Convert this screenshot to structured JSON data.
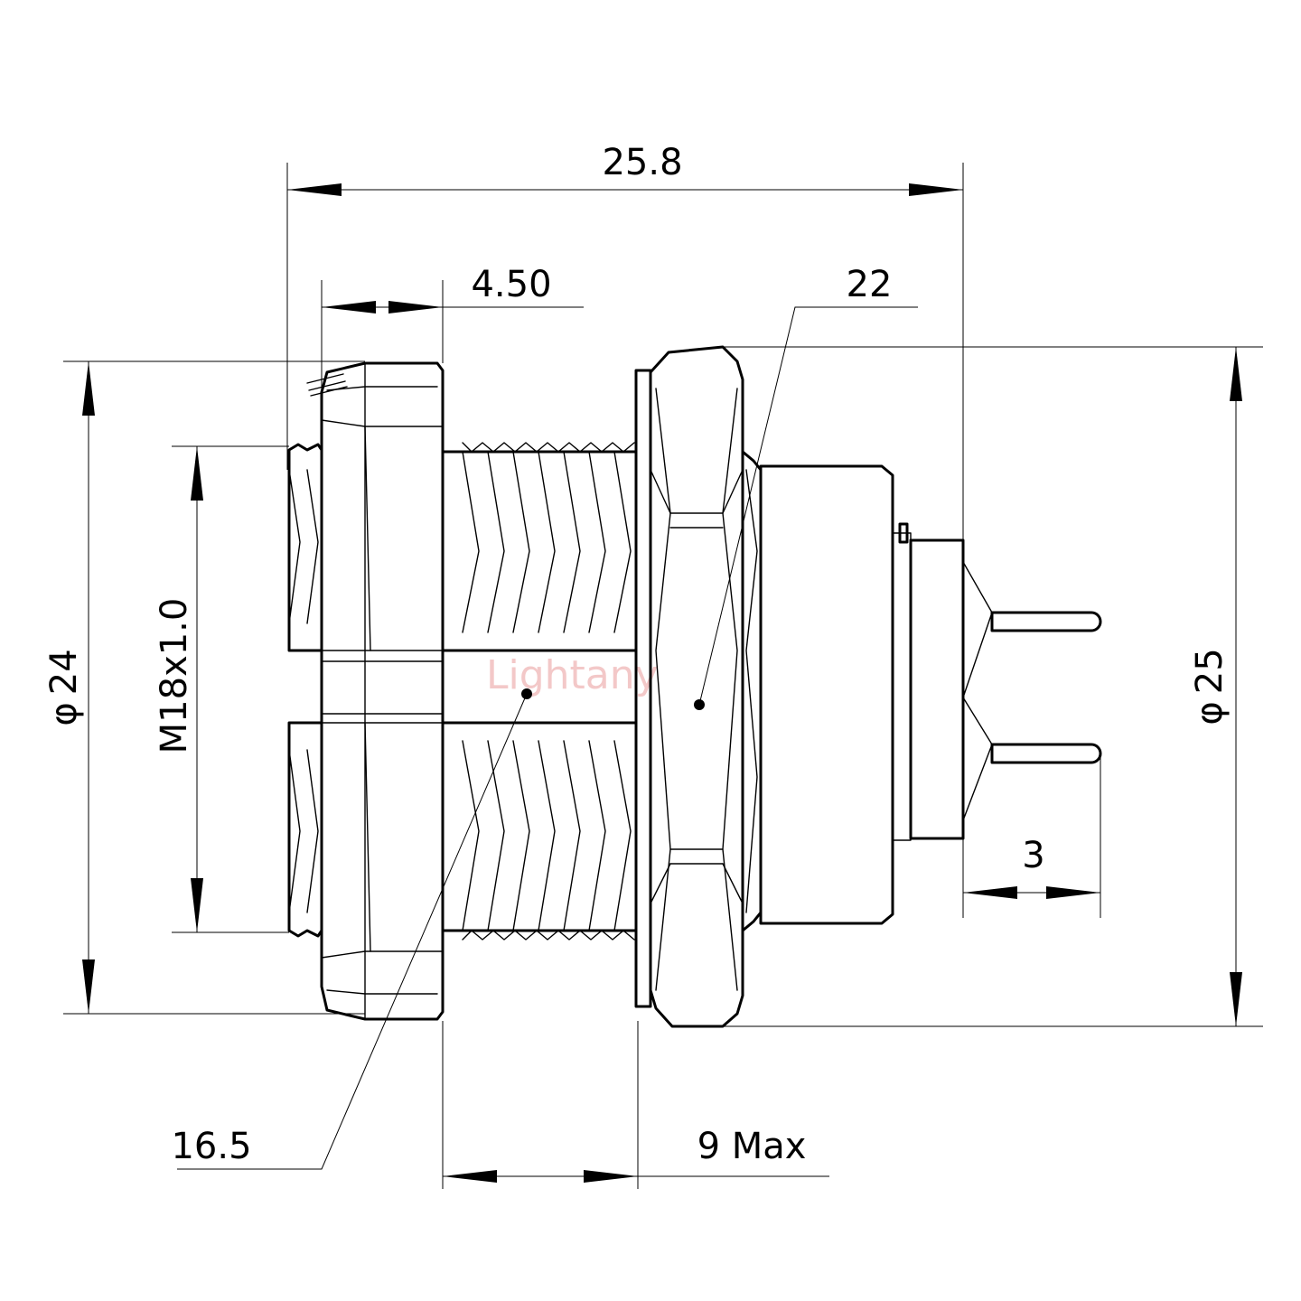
{
  "dimensions": {
    "overall_length": "25.8",
    "nut_thickness": "4.50",
    "hex_across_flats": "22",
    "outer_diameter_left": "24",
    "thread_spec": "M18x1.0",
    "outer_diameter_right": "25",
    "pin_length": "3",
    "thread_diameter": "16.5",
    "panel_thickness": "9 Max"
  },
  "symbols": {
    "diameter": "φ"
  },
  "watermark": "Lightany"
}
